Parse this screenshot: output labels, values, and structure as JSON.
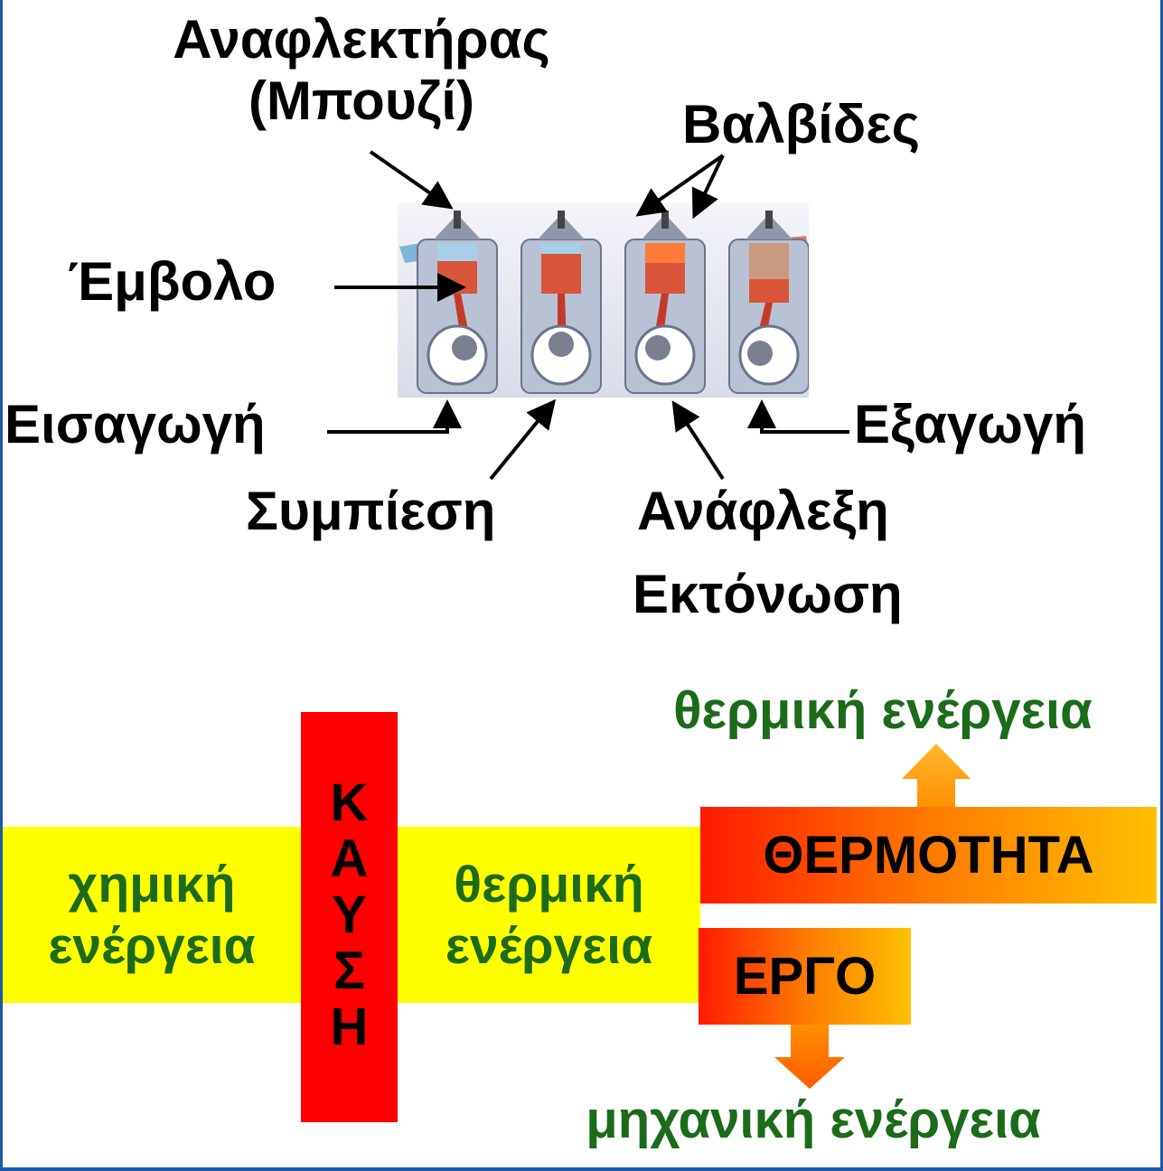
{
  "labels": {
    "spark_plug_line1": "Αναφλεκτήρας",
    "spark_plug_line2": "(Μπουζί)",
    "valves": "Βαλβίδες",
    "piston": "Έμβολο",
    "intake": "Εισαγωγή",
    "exhaust": "Εξαγωγή",
    "compression": "Συμπίεση",
    "ignition": "Ανάφλεξη",
    "expansion": "Εκτόνωση"
  },
  "flow": {
    "chemical_energy_line1": "χημική",
    "chemical_energy_line2": "ενέργεια",
    "combustion_letters": [
      "Κ",
      "Α",
      "Υ",
      "Σ",
      "Η"
    ],
    "thermal_energy_line1": "θερμική",
    "thermal_energy_line2": "ενέργεια",
    "heat": "ΘΕΡΜΟΤΗΤΑ",
    "work": "ΕΡΓΟ",
    "thermal_energy_out": "θερμική ενέργεια",
    "mechanical_energy_out": "μηχανική ενέργεια"
  },
  "colors": {
    "frame": "#1e5aa8",
    "yellow_box": "#ffff00",
    "combustion_box": "#ff0000",
    "green_text": "#1b6b1b",
    "gradient_start": "#ff1a00",
    "gradient_end": "#ffc000"
  }
}
